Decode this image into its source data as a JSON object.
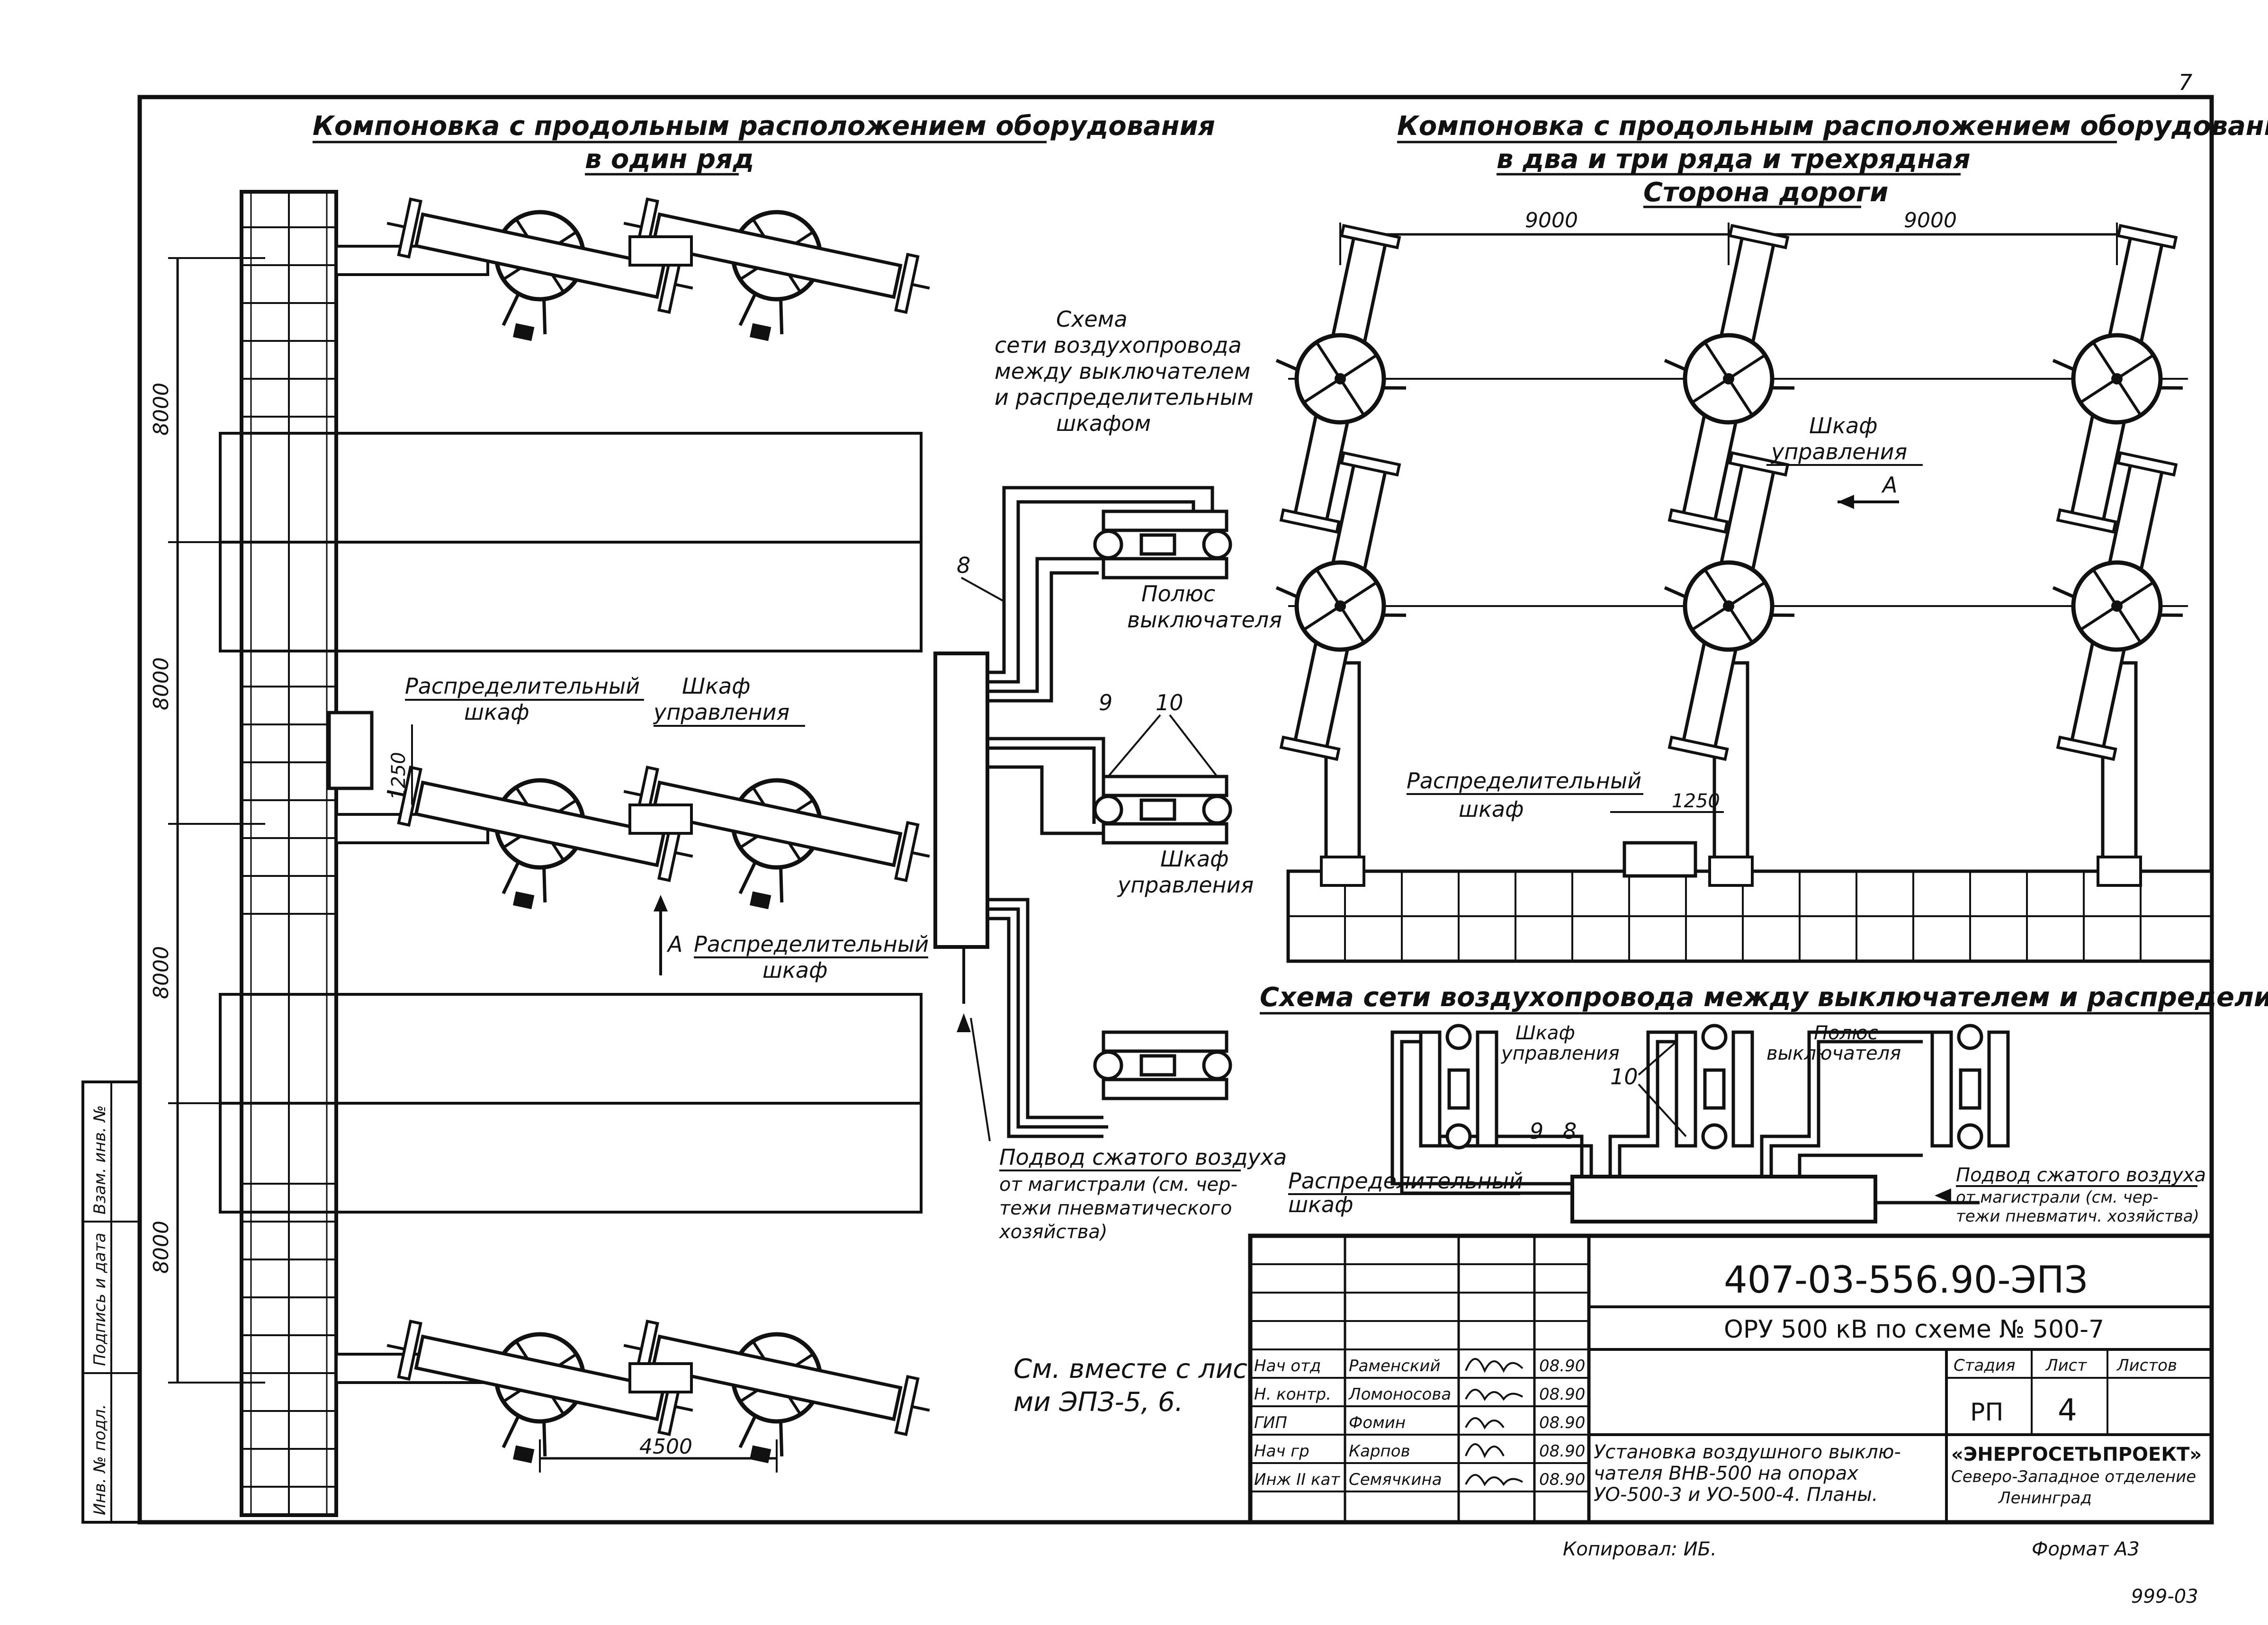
{
  "corner": {
    "sheet_mark": "7"
  },
  "left_plan": {
    "title_line1": "Компоновка с продольным расположением оборудования",
    "title_line2": "в один ряд",
    "dims": {
      "bay1": "8000",
      "bay2": "8000",
      "bay3": "8000",
      "bay4": "8000",
      "offset": "1250",
      "bottom": "4500"
    },
    "labels": {
      "dist_cabinet_l1": "Распределительный",
      "dist_cabinet_l2": "шкаф",
      "control_cabinet_l1": "Шкаф",
      "control_cabinet_l2": "управления",
      "arrow_a": "А",
      "dist_cabinet2_l1": "Распределительный",
      "dist_cabinet2_l2": "шкаф"
    }
  },
  "air_scheme_small": {
    "title_lines": [
      "Схема",
      "сети воздухопровода",
      "между выключателем",
      "и распределительным",
      "шкафом"
    ],
    "num8": "8",
    "num9": "9",
    "num10": "10",
    "pole_l1": "Полюс",
    "pole_l2": "выключателя",
    "control_l1": "Шкаф",
    "control_l2": "управления",
    "air_supply_lines": [
      "Подвод сжатого воздуха",
      "от магистрали (см. чер-",
      "тежи пневматического",
      "хозяйства)"
    ]
  },
  "right_plan": {
    "title_line1": "Компоновка с продольным расположением оборудования",
    "title_line2": "в два и три ряда и трехрядная",
    "road_side": "Сторона дороги",
    "dim_left": "9000",
    "dim_right": "9000",
    "control_l1": "Шкаф",
    "control_l2": "управления",
    "arrow_a": "А",
    "dist_l1": "Распределительный",
    "dist_l2": "шкаф",
    "dim_1250": "1250"
  },
  "air_scheme_wide": {
    "title": "Схема сети воздухопровода между выключателем и распределительным шкафом",
    "control_l1": "Шкаф",
    "control_l2": "управления",
    "pole_l1": "Полюс",
    "pole_l2": "выключателя",
    "num10": "10",
    "num9": "9",
    "num8": "8",
    "dist_l1": "Распределительный",
    "dist_l2": "шкаф",
    "air_supply_lines": [
      "Подвод сжатого воздуха",
      "от магистрали (см. чер-",
      "тежи пневматич. хозяйства)"
    ]
  },
  "note": {
    "line1": "См. вместе с листа-",
    "line2": "ми ЭПЗ-5, 6."
  },
  "side_stamp": [
    "Инв. № подл.",
    "Подпись и дата",
    "Взам. инв. №"
  ],
  "title_block": {
    "doc_code": "407-03-556.90-ЭПЗ",
    "project": "ОРУ 500 кВ по схеме № 500-7",
    "staff": [
      {
        "role": "Нач отд",
        "name": "Раменский",
        "date": "08.90"
      },
      {
        "role": "Н. контр.",
        "name": "Ломоносова",
        "date": "08.90"
      },
      {
        "role": "ГИП",
        "name": "Фомин",
        "date": "08.90"
      },
      {
        "role": "Нач гр",
        "name": "Карпов",
        "date": "08.90"
      },
      {
        "role": "Инж II кат",
        "name": "Семячкина",
        "date": "08.90"
      }
    ],
    "stage_header": "Стадия",
    "sheet_header": "Лист",
    "sheets_header": "Листов",
    "stage": "РП",
    "sheet": "4",
    "sheets": "",
    "description_lines": [
      "Установка воздушного выклю-",
      "чателя ВНВ-500 на опорах",
      "УО-500-3 и УО-500-4. Планы."
    ],
    "org_line1": "«ЭНЕРГОСЕТЬПРОЕКТ»",
    "org_line2": "Северо-Западное отделение",
    "org_line3": "Ленинград"
  },
  "footer": {
    "copied": "Копировал: ИБ.",
    "format": "Формат А3",
    "number": "999-03"
  }
}
